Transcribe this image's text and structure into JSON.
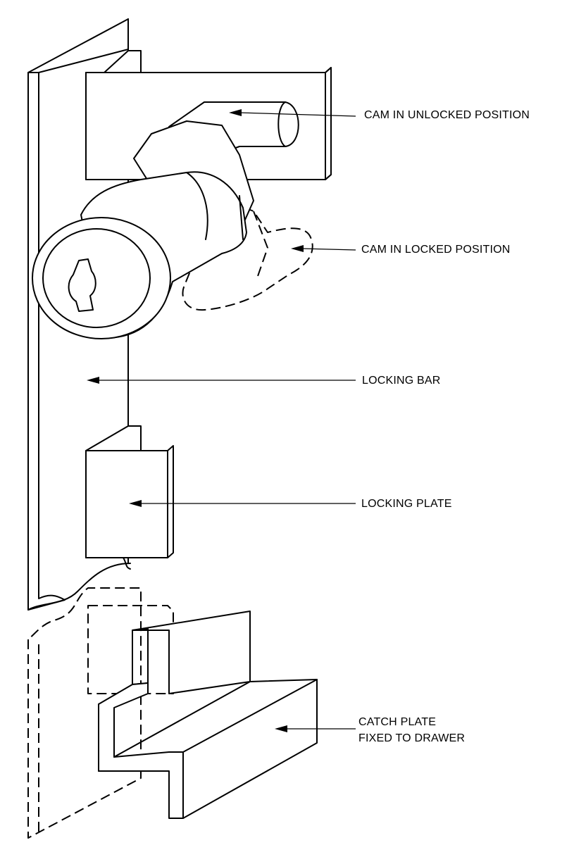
{
  "labels": {
    "cam_unlocked": "CAM IN UNLOCKED POSITION",
    "cam_locked": "CAM IN LOCKED POSITION",
    "locking_bar": "LOCKING BAR",
    "locking_plate": "LOCKING PLATE",
    "catch_plate_line1": "CATCH PLATE",
    "catch_plate_line2": "FIXED TO DRAWER"
  }
}
